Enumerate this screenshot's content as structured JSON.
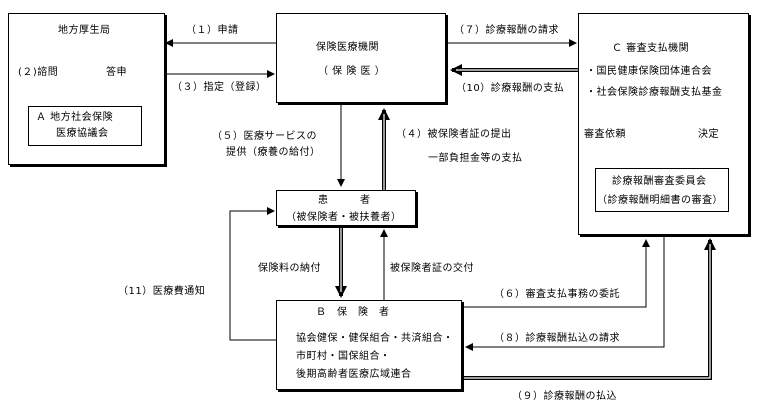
{
  "regional_bureau": {
    "title": "地方厚生局",
    "consult_label": "(２)諮問",
    "reply_label": "答申",
    "council_line1": "Ａ 地方社会保険",
    "council_line2": "医療協議会"
  },
  "medical_institution": {
    "line1": "保険医療機関",
    "line2": "（ 保 険 医 ）"
  },
  "review_agency": {
    "title": "Ｃ 審査支払機関",
    "member1": "・国民健康保険団体連合会",
    "member2": "・社会保険診療報酬支払基金",
    "request_label": "審査依頼",
    "decision_label": "決定",
    "committee_line1": "診療報酬審査委員会",
    "committee_line2": "（診療報酬明細書の審査）"
  },
  "patient": {
    "line1": "患　　　者",
    "line2": "（被保険者・被扶養者）"
  },
  "insurer": {
    "title": "Ｂ　保　険　者",
    "line1": "協会健保・健保組合・共済組合・",
    "line2": "市町村・国保組合・",
    "line3": "後期高齢者医療広域連合"
  },
  "flows": {
    "f1": "（１）申請",
    "f3": "（３）指定（登録）",
    "f4a": "（４）被保険者証の提出",
    "f4b": "一部負担金等の支払",
    "f5a": "（５）医療サービスの",
    "f5b": "提供（療養の給付）",
    "f6": "（６）審査支払事務の委託",
    "f7": "（７）診療報酬の請求",
    "f8": "（８）診療報酬払込の請求",
    "f9": "（９）診療報酬の払込",
    "f10": "（10）診療報酬の支払",
    "f11": "（11）医療費通知",
    "premium": "保険料の納付",
    "card_issue": "被保険者証の交付"
  }
}
